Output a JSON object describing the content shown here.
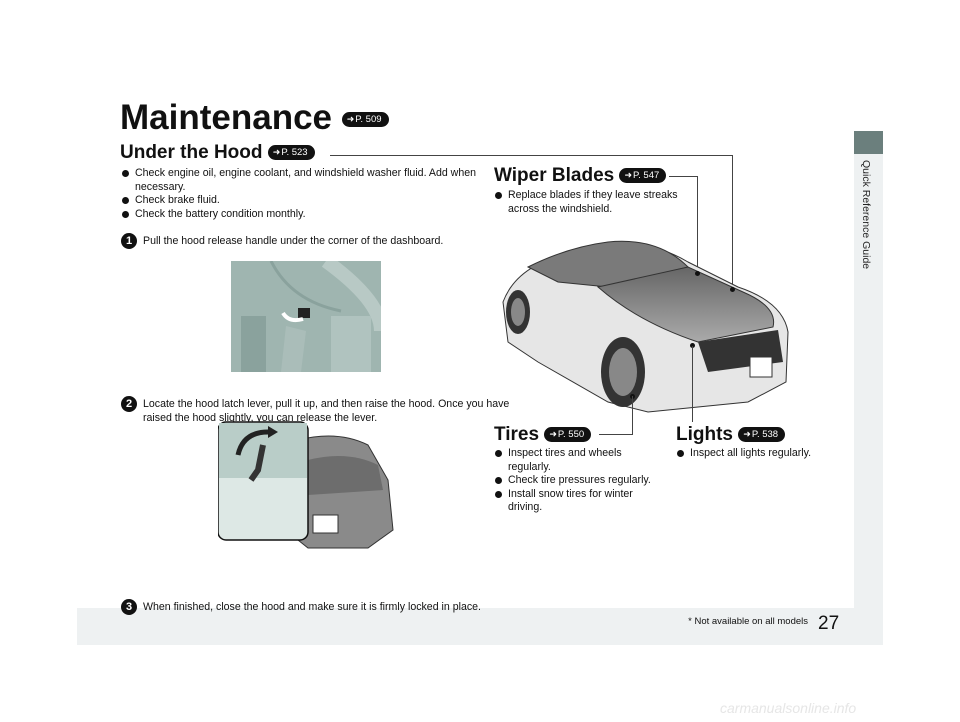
{
  "side_tab": {
    "label": "Quick Reference Guide"
  },
  "title": {
    "text": "Maintenance",
    "ref": "P. 509"
  },
  "under_hood": {
    "heading": "Under the Hood",
    "ref": "P. 523",
    "bullets": [
      "Check engine oil, engine coolant, and windshield washer fluid. Add when necessary.",
      "Check brake fluid.",
      "Check the battery condition monthly."
    ],
    "steps": [
      {
        "num": "1",
        "text": "Pull the hood release handle under the corner of the dashboard."
      },
      {
        "num": "2",
        "text": "Locate the hood latch lever, pull it up, and then raise the hood. Once you have raised the hood slightly, you can release the lever."
      },
      {
        "num": "3",
        "text": "When finished, close the hood and make sure it is firmly locked in place."
      }
    ]
  },
  "wiper_blades": {
    "heading": "Wiper Blades",
    "ref": "P. 547",
    "bullets": [
      "Replace blades if they leave streaks across the windshield."
    ]
  },
  "tires": {
    "heading": "Tires",
    "ref": "P. 550",
    "bullets": [
      "Inspect tires and wheels regularly.",
      "Check tire pressures regularly.",
      "Install snow tires for winter driving."
    ]
  },
  "lights": {
    "heading": "Lights",
    "ref": "P. 538",
    "bullets": [
      "Inspect all lights regularly."
    ]
  },
  "footer": {
    "note": "* Not available on all models",
    "page_number": "27"
  },
  "watermark": "carmanualsonline.info",
  "colors": {
    "side_tab": "#6b7f7d",
    "band": "#eef1f2",
    "photo": "#9fb5b0"
  }
}
